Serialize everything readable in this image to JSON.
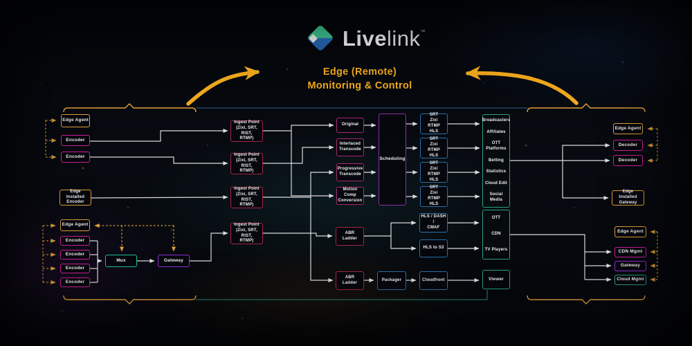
{
  "brand": {
    "name_bold": "Live",
    "name_light": "link",
    "tm": "™"
  },
  "header": {
    "line1": "Edge (Remote)",
    "line2": "Monitoring & Control"
  },
  "colors": {
    "accent_yellow": "#e2a13b",
    "magenta": "#d0219e",
    "crimson": "#a32744",
    "blue": "#2a6fa8",
    "teal": "#2aa189",
    "purple": "#9330d8",
    "logo_teal": "#41d49a",
    "logo_blue": "#2b6fc0"
  },
  "nodes": {
    "edge_agent": "Edge Agent",
    "encoder": "Encoder",
    "edge_installed_encoder_l1": "Edge Installed",
    "edge_installed_encoder_l2": "Encoder",
    "ingest_point_l1": "Ingest Point",
    "ingest_point_l2": "(Zixi, SRT, RIST,",
    "ingest_point_l3": "RTMP)",
    "original": "Original",
    "interlaced_transcode": "Interlaced Transcode",
    "progressive_transcode": "Progressive Transcode",
    "motion_comp_conversion": "Motion Comp Conversion",
    "scheduling": "Scheduling",
    "decoder": "Decoder",
    "edge_installed_gateway_l1": "Edge Installed",
    "edge_installed_gateway_l2": "Gateway",
    "mux": "Mux",
    "gateway": "Gateway",
    "abr_l1": "ABR",
    "abr_l2": "Ladder",
    "hls_dash_l1": "HLS / DASH /",
    "hls_dash_l2": "CMAF",
    "hls_to_s3": "HLS to S3",
    "packager": "Packager",
    "cloudfront": "Cloudfront",
    "viewer": "Viewer",
    "cdn_mgmt": "CDN Mgmt",
    "cloud_mgmt": "Cloud Mgmt"
  },
  "protocol_box": [
    "SRT",
    "Zixi",
    "RTMP",
    "HLS"
  ],
  "distribution_targets": [
    "Broadcasters",
    "Affiliates",
    "OTT Platforms",
    "Betting",
    "Statistics",
    "Cloud Edit",
    "Social Media"
  ],
  "ott_group": [
    "OTT",
    "CDN",
    "TV Players"
  ]
}
